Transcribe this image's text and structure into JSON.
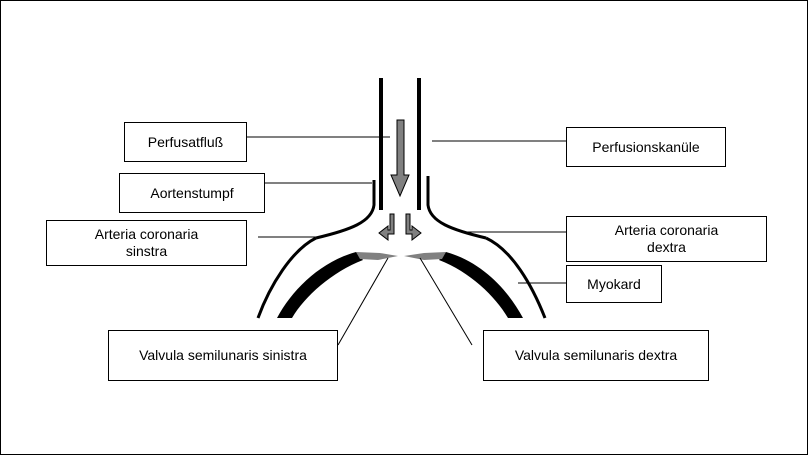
{
  "labels": {
    "perfusatfluss": "Perfusatfluß",
    "perfusionskanuele": "Perfusionskanüle",
    "aortenstumpf": "Aortenstumpf",
    "arteria_coronaria_sinistra": "Arteria coronaria\nsinstra",
    "arteria_coronaria_dextra": "Arteria coronaria\ndextra",
    "myokard": "Myokard",
    "valvula_semilunaris_sinistra": "Valvula semilunaris sinistra",
    "valvula_semilunaris_dextra": "Valvula semilunaris dextra"
  },
  "colors": {
    "line": "#000000",
    "arrow_fill": "#808080",
    "valve_fill": "#808080",
    "myocardium_fill": "#000000"
  }
}
